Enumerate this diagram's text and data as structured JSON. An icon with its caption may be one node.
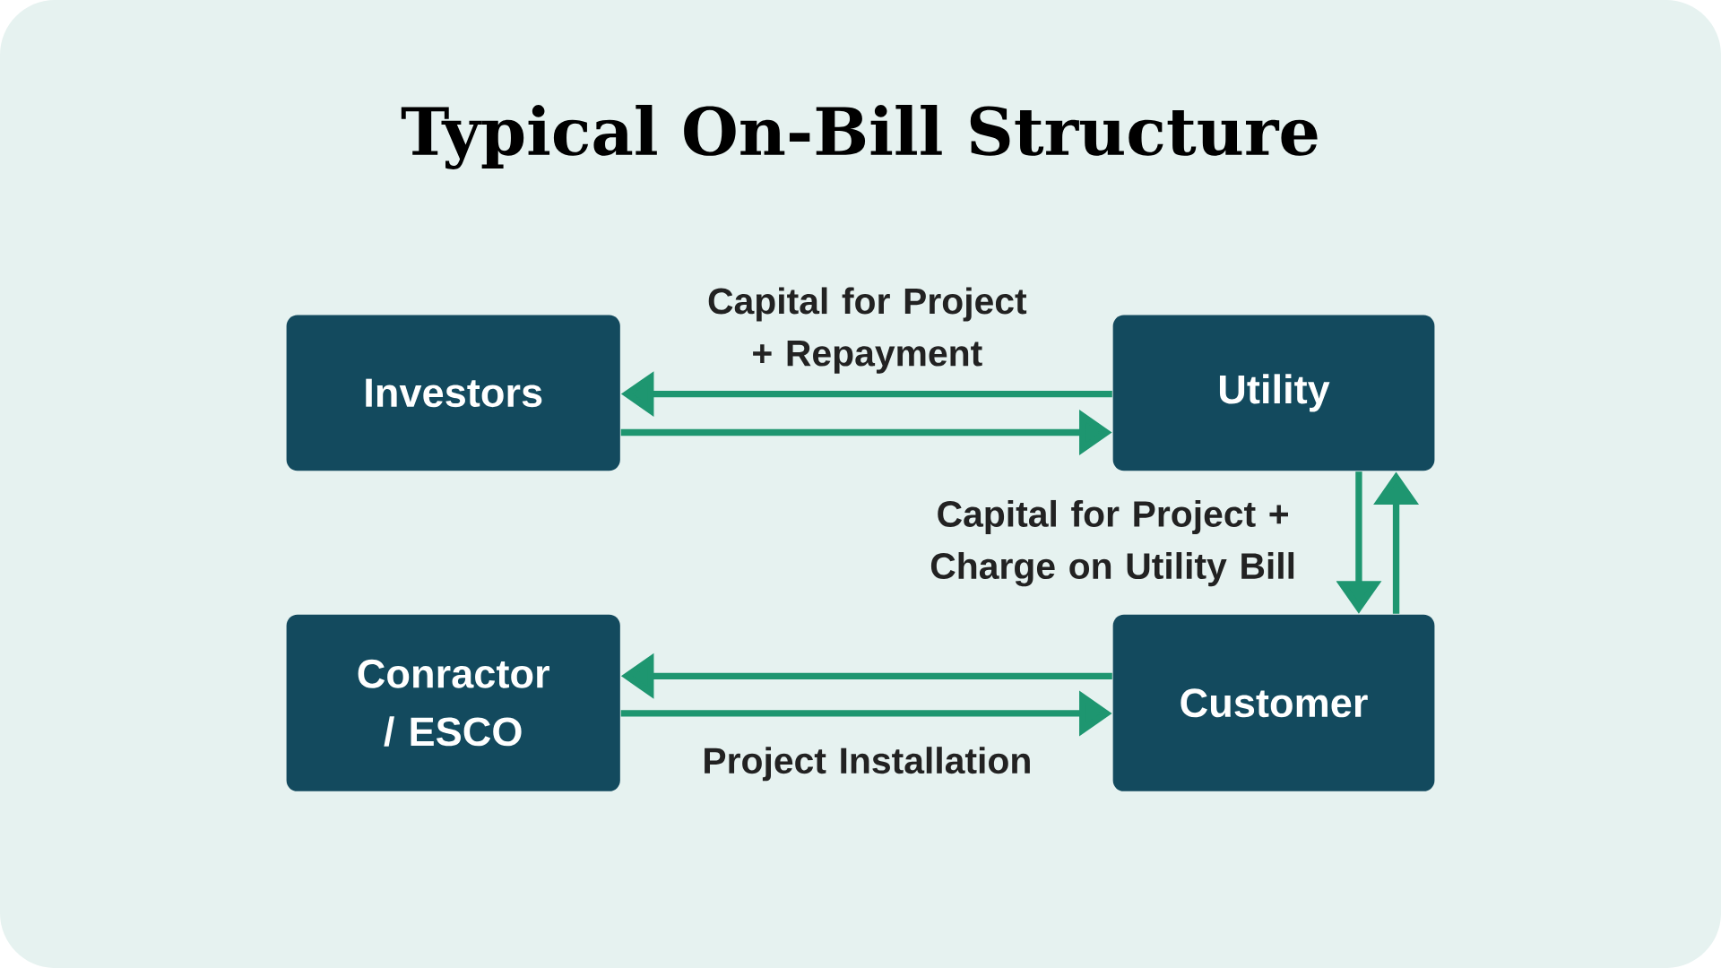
{
  "diagram": {
    "title": "Typical On-Bill Structure",
    "nodes": [
      {
        "text": [
          "Investors"
        ]
      },
      {
        "text": [
          "Utility"
        ]
      },
      {
        "text": [
          "Conractor / ESCO"
        ]
      },
      {
        "text": [
          "Customer"
        ]
      }
    ],
    "edges": [
      {
        "from": 1,
        "to": 0,
        "arrow": "to",
        "label": "Capital for Project + Repayment"
      },
      {
        "from": 0,
        "to": 1,
        "arrow": "to"
      },
      {
        "from": 1,
        "to": 3,
        "arrow": "to",
        "label": "Capital for Project + Charge on Utility Bill"
      },
      {
        "from": 3,
        "to": 1,
        "arrow": "to"
      },
      {
        "from": 3,
        "to": 2,
        "arrow": "to"
      },
      {
        "from": 2,
        "to": 3,
        "arrow": "to",
        "label": "Project Installation"
      }
    ]
  }
}
